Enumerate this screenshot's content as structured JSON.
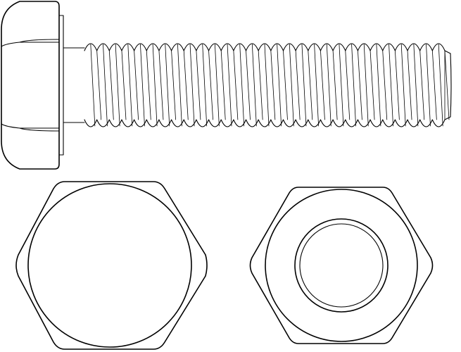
{
  "drawing": {
    "colors": {
      "ink": "#000000",
      "paper": "#ffffff"
    },
    "parts": [
      {
        "id": "bolt-side-view",
        "icon": "hex-bolt-side-icon",
        "thread_crests": 29
      },
      {
        "id": "bolt-head-end-view",
        "icon": "hex-head-top-icon"
      },
      {
        "id": "hex-nut-end-view",
        "icon": "hex-nut-top-icon"
      }
    ]
  }
}
